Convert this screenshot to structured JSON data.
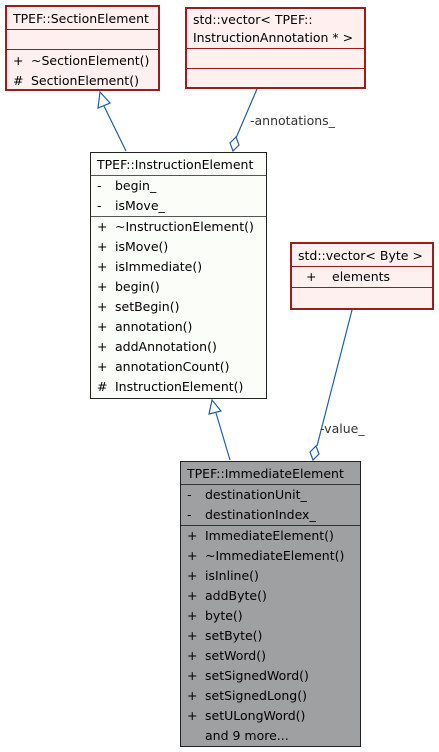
{
  "section_element": {
    "title": "TPEF::SectionElement",
    "methods": [
      {
        "vis": "+",
        "name": "~SectionElement()"
      },
      {
        "vis": "#",
        "name": "SectionElement()"
      }
    ]
  },
  "annotation_vector": {
    "title_line1": "std::vector< TPEF::",
    "title_line2": "InstructionAnnotation * >"
  },
  "instruction_element": {
    "title": "TPEF::InstructionElement",
    "attributes": [
      {
        "vis": "-",
        "name": "begin_"
      },
      {
        "vis": "-",
        "name": "isMove_"
      }
    ],
    "methods": [
      {
        "vis": "+",
        "name": "~InstructionElement()"
      },
      {
        "vis": "+",
        "name": "isMove()"
      },
      {
        "vis": "+",
        "name": "isImmediate()"
      },
      {
        "vis": "+",
        "name": "begin()"
      },
      {
        "vis": "+",
        "name": "setBegin()"
      },
      {
        "vis": "+",
        "name": "annotation()"
      },
      {
        "vis": "+",
        "name": "addAnnotation()"
      },
      {
        "vis": "+",
        "name": "annotationCount()"
      },
      {
        "vis": "#",
        "name": "InstructionElement()"
      }
    ]
  },
  "byte_vector": {
    "title": "std::vector< Byte >",
    "attributes": [
      {
        "vis": "+",
        "name": "elements"
      }
    ]
  },
  "immediate_element": {
    "title": "TPEF::ImmediateElement",
    "attributes": [
      {
        "vis": "-",
        "name": "destinationUnit_"
      },
      {
        "vis": "-",
        "name": "destinationIndex_"
      }
    ],
    "methods": [
      {
        "vis": "+",
        "name": "ImmediateElement()"
      },
      {
        "vis": "+",
        "name": "~ImmediateElement()"
      },
      {
        "vis": "+",
        "name": "isInline()"
      },
      {
        "vis": "+",
        "name": "addByte()"
      },
      {
        "vis": "+",
        "name": "byte()"
      },
      {
        "vis": "+",
        "name": "setByte()"
      },
      {
        "vis": "+",
        "name": "setWord()"
      },
      {
        "vis": "+",
        "name": "setSignedWord()"
      },
      {
        "vis": "+",
        "name": "setSignedLong()"
      },
      {
        "vis": "+",
        "name": "setULongWord()"
      }
    ],
    "more": "and 9 more..."
  },
  "edge_labels": {
    "annotations": "-annotations_",
    "value": "-value_"
  },
  "colors": {
    "edge": "#1f5fa8",
    "class_border_red": "#9b1c1c",
    "class_fill_red": "#fff0f0",
    "focus_fill": "#9fa0a1"
  }
}
